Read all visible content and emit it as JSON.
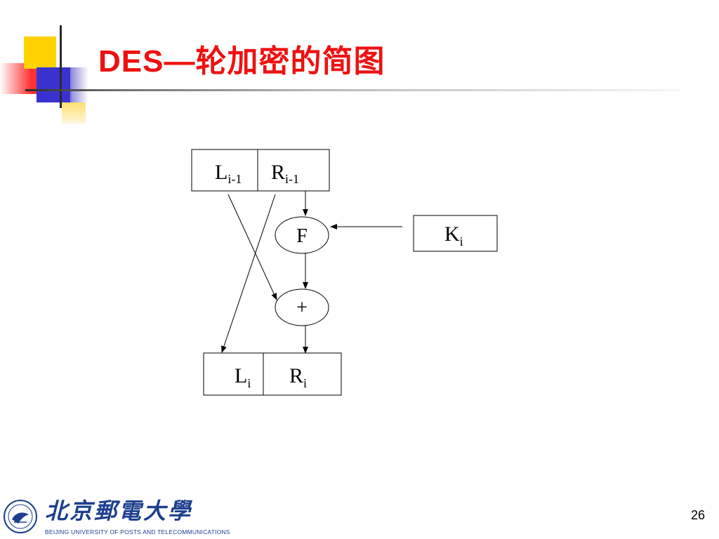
{
  "slide": {
    "title": "DES—轮加密的简图",
    "page_number": "26"
  },
  "diagram": {
    "top_left": {
      "base": "L",
      "sub": "i-1"
    },
    "top_right": {
      "base": "R",
      "sub": "i-1"
    },
    "function_node": "F",
    "key": {
      "base": "K",
      "sub": "i"
    },
    "xor_node": "+",
    "bottom_left": {
      "base": "L",
      "sub": "i"
    },
    "bottom_right": {
      "base": "R",
      "sub": "i"
    }
  },
  "footer": {
    "university_cn": "北京郵電大學",
    "university_en": "BEIJING UNIVERSITY OF POSTS AND TELECOMMUNICATIONS"
  },
  "colors": {
    "title": "#ee1111",
    "logo": "#1d3f8f",
    "deco_yellow": "#ffd200",
    "deco_blue": "#3a32d0",
    "deco_red": "#ff3030"
  }
}
